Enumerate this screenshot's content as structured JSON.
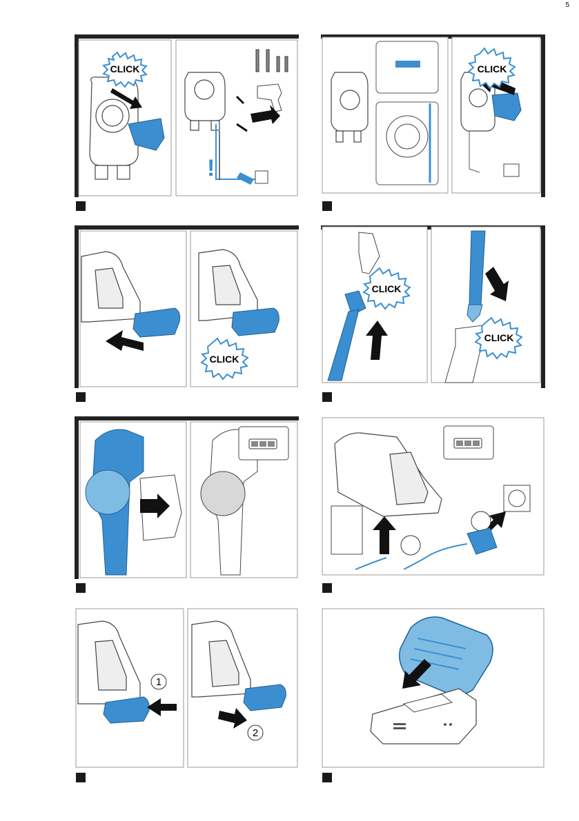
{
  "page": {
    "number": "5"
  },
  "labels": {
    "click": "CLICK",
    "one": "1",
    "two": "2",
    "warning": "!"
  },
  "colors": {
    "accent_blue": "#3b8fd1",
    "light_blue": "#7fbce4",
    "frame_dark": "#222222",
    "panel_border": "#9a9a9a",
    "marker": "#1a1a1a"
  },
  "icons": [
    "vacuum-handle-icon",
    "wall-mount-icon",
    "battery-pack-icon",
    "arrow-icon",
    "screw-icon",
    "drill-icon",
    "socket-icon",
    "charger-icon",
    "battery-indicator-icon"
  ]
}
